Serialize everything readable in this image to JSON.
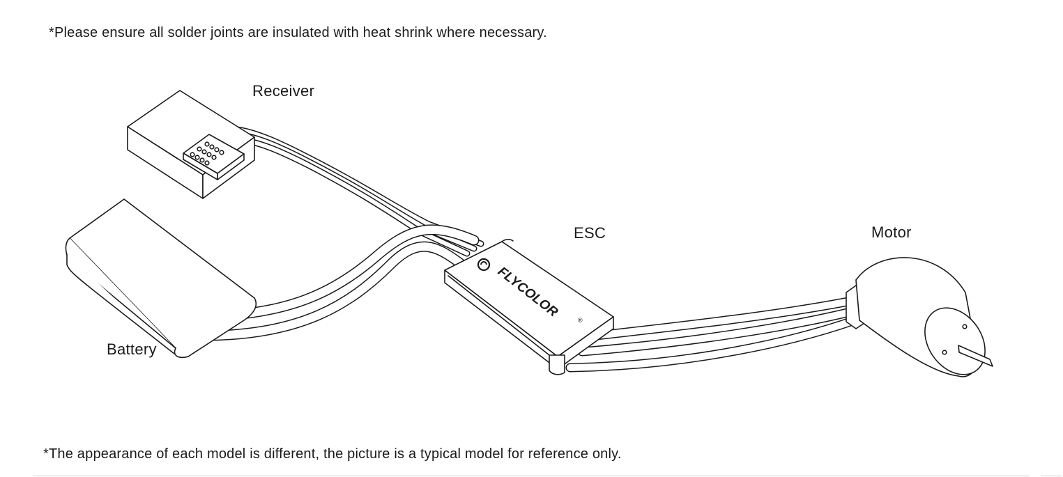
{
  "notes": {
    "top": "*Please ensure all solder joints are insulated with heat shrink where necessary.",
    "bottom": "*The appearance of each model is different, the picture is a typical model for reference only."
  },
  "components": {
    "receiver": "Receiver",
    "esc": "ESC",
    "motor": "Motor",
    "battery": "Battery"
  },
  "esc_brand": {
    "text": "FLYCOLOR",
    "mark": "®"
  },
  "colors": {
    "line": "#1a1a1a",
    "fill": "#ffffff"
  }
}
